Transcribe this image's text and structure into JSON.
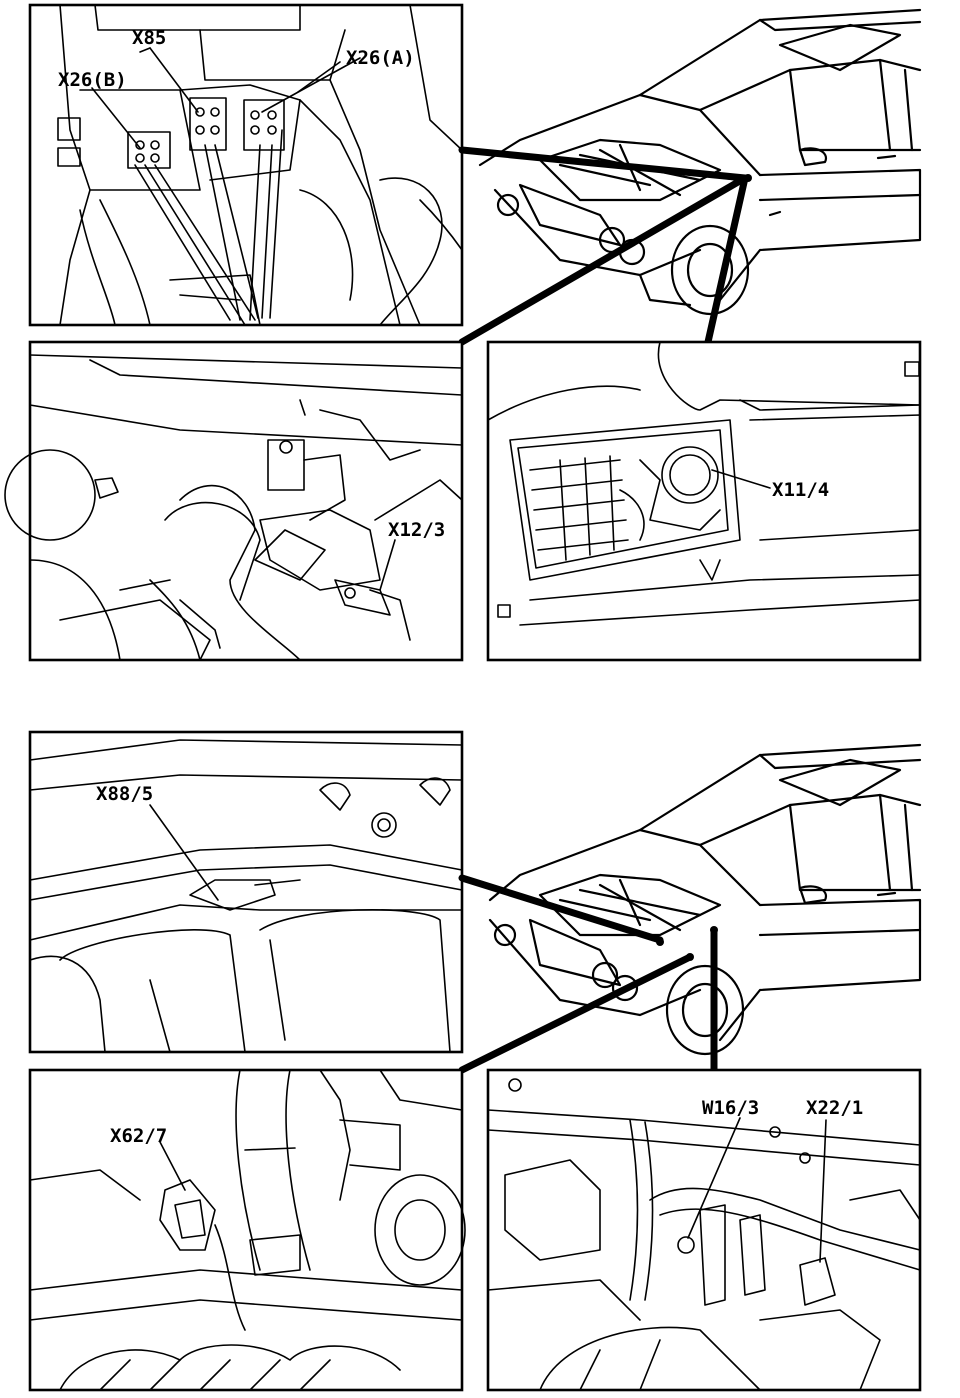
{
  "labels": {
    "x85": "X85",
    "x26a": "X26(A)",
    "x26b": "X26(B)",
    "x12_3": "X12/3",
    "x11_4": "X11/4",
    "x88_5": "X88/5",
    "x62_7": "X62/7",
    "w16_3": "W16/3",
    "x22_1": "X22/1"
  }
}
